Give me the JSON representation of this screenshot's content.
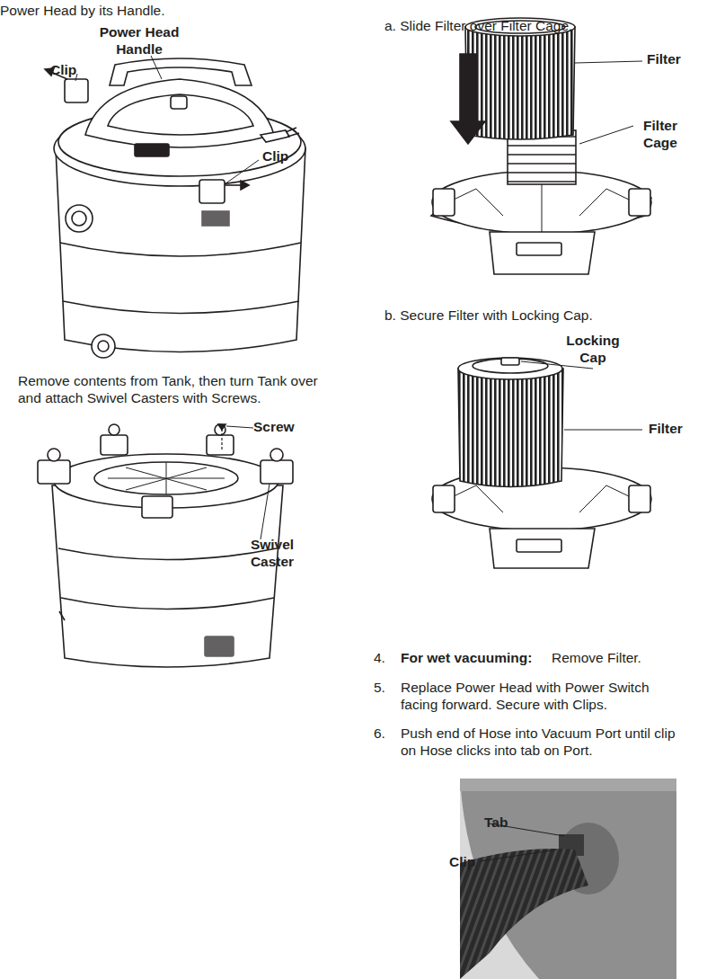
{
  "diagram": {
    "labels": [
      "Power Head by its Handle.",
      "Power Head Handle",
      "Clip",
      "Clip",
      "Remove contents from Tank, then turn Tank over and attach Swivel Casters with Screws.",
      "Screw",
      "Swivel Caster",
      "a.  Slide Filter over Filter Cage.",
      "Filter",
      "Filter Cage",
      "b.  Secure Filter with Locking Cap.",
      "Locking Cap",
      "Filter",
      "4.",
      "For wet vacuuming:",
      "Remove Filter.",
      "5.",
      "Replace Power Head with Power Switch facing forward.  Secure with Clips.",
      "6.",
      "Push end of Hose into Vacuum Port until clip on Hose clicks into tab on Port.",
      "Tab",
      "Clip"
    ]
  }
}
